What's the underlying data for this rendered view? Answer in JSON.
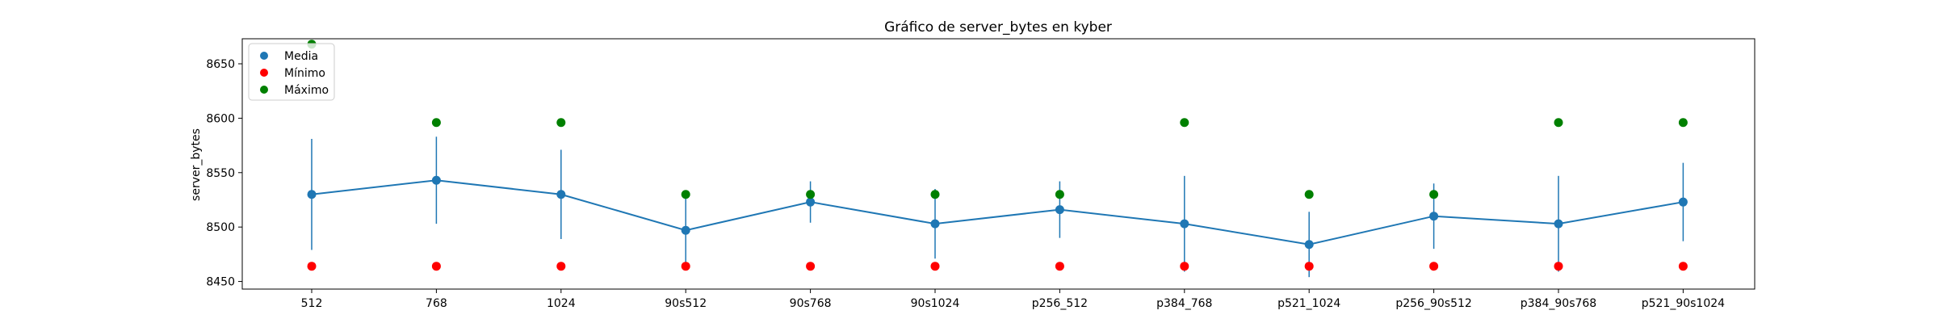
{
  "chart_data": {
    "type": "line",
    "title": "Gráfico de server_bytes en kyber",
    "xlabel": "",
    "ylabel": "server_bytes",
    "categories": [
      "512",
      "768",
      "1024",
      "90s512",
      "90s768",
      "90s1024",
      "p256_512",
      "p384_768",
      "p521_1024",
      "p256_90s512",
      "p384_90s768",
      "p521_90s1024"
    ],
    "ylim": [
      8443,
      8673
    ],
    "yticks": [
      8450,
      8500,
      8550,
      8600,
      8650
    ],
    "grid": false,
    "legend_position": "top-left",
    "series": [
      {
        "name": "Media",
        "color": "#1f77b4",
        "values": [
          8530,
          8543,
          8530,
          8497,
          8523,
          8503,
          8516,
          8503,
          8484,
          8510,
          8503,
          8523
        ],
        "error": [
          51,
          40,
          41,
          33,
          19,
          32,
          26,
          44,
          30,
          30,
          44,
          36
        ]
      },
      {
        "name": "Mínimo",
        "color": "#ff0000",
        "values": [
          8464,
          8464,
          8464,
          8464,
          8464,
          8464,
          8464,
          8464,
          8464,
          8464,
          8464,
          8464
        ]
      },
      {
        "name": "Máximo",
        "color": "#008000",
        "values": [
          8668,
          8596,
          8596,
          8530,
          8530,
          8530,
          8530,
          8596,
          8530,
          8530,
          8596,
          8596
        ]
      }
    ]
  }
}
